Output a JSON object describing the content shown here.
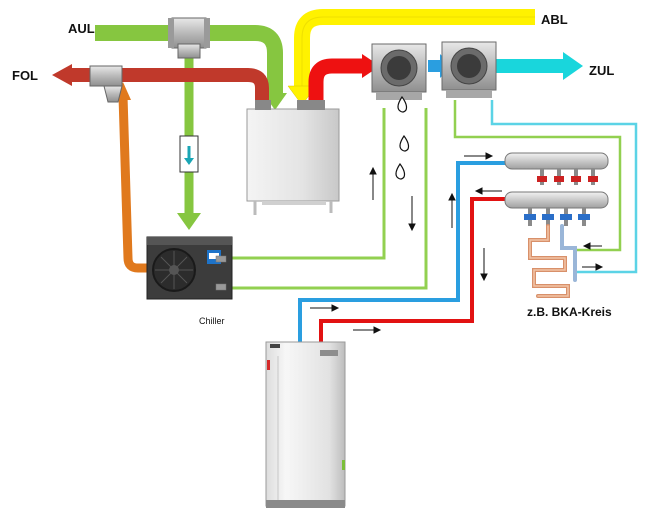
{
  "labels": {
    "aul": "AUL",
    "abl": "ABL",
    "fol": "FOL",
    "zul": "ZUL",
    "chiller": "Chiller",
    "bka": "z.B. BKA-Kreis"
  },
  "colors": {
    "aul_green": "#86c640",
    "abl_yellow": "#fff200",
    "fol_red": "#c0392b",
    "hot_red": "#ee1111",
    "zul_cyan": "#19d6dc",
    "orange": "#e0791d",
    "pipe_blue": "#2a9ee0",
    "pipe_red": "#e21212",
    "pipe_green": "#92d050",
    "pipe_cyan": "#5bd3e6"
  },
  "icons": [
    "arrow-icon",
    "water-drop-icon",
    "flow-arrow-icon"
  ]
}
